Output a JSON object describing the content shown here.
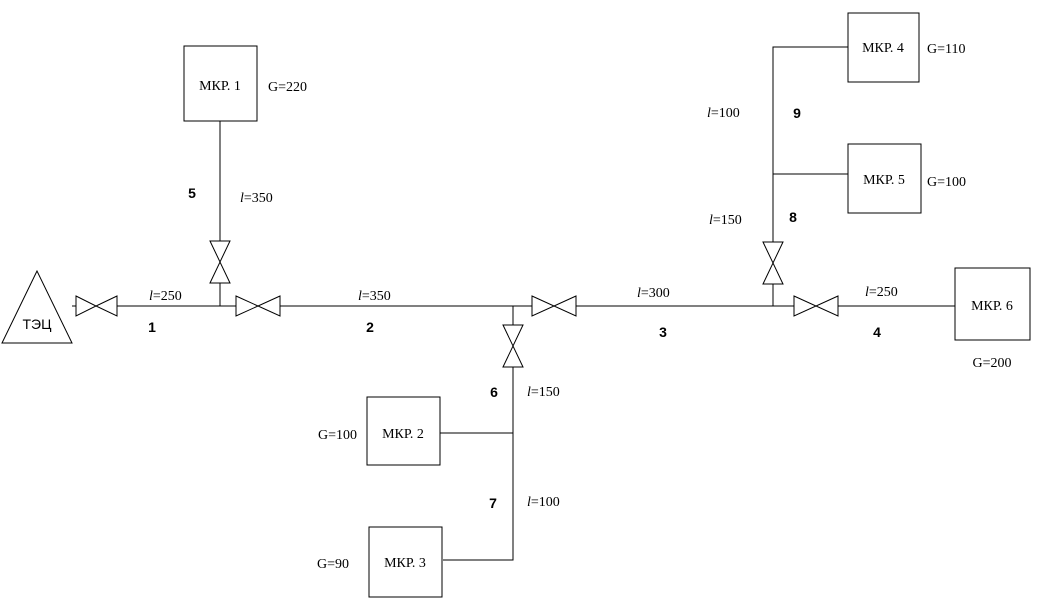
{
  "source": {
    "label": "ТЭЦ"
  },
  "districts": {
    "d1": {
      "label": "МКР. 1",
      "flow": "G=220"
    },
    "d2": {
      "label": "МКР. 2",
      "flow": "G=100"
    },
    "d3": {
      "label": "МКР. 3",
      "flow": "G=90"
    },
    "d4": {
      "label": "МКР. 4",
      "flow": "G=110"
    },
    "d5": {
      "label": "МКР. 5",
      "flow": "G=100"
    },
    "d6": {
      "label": "МКР. 6",
      "flow": "G=200"
    }
  },
  "sections": {
    "s1": {
      "number": "1",
      "length_symbol": "l",
      "length_value": "=250"
    },
    "s2": {
      "number": "2",
      "length_symbol": "l",
      "length_value": "=350"
    },
    "s3": {
      "number": "3",
      "length_symbol": "l",
      "length_value": "=300"
    },
    "s4": {
      "number": "4",
      "length_symbol": "l",
      "length_value": "=250"
    },
    "s5": {
      "number": "5",
      "length_symbol": "l",
      "length_value": "=350"
    },
    "s6": {
      "number": "6",
      "length_symbol": "l",
      "length_value": "=150"
    },
    "s7": {
      "number": "7",
      "length_symbol": "l",
      "length_value": "=100"
    },
    "s8": {
      "number": "8",
      "length_symbol": "l",
      "length_value": "=150"
    },
    "s9": {
      "number": "9",
      "length_symbol": "l",
      "length_value": "=100"
    }
  }
}
